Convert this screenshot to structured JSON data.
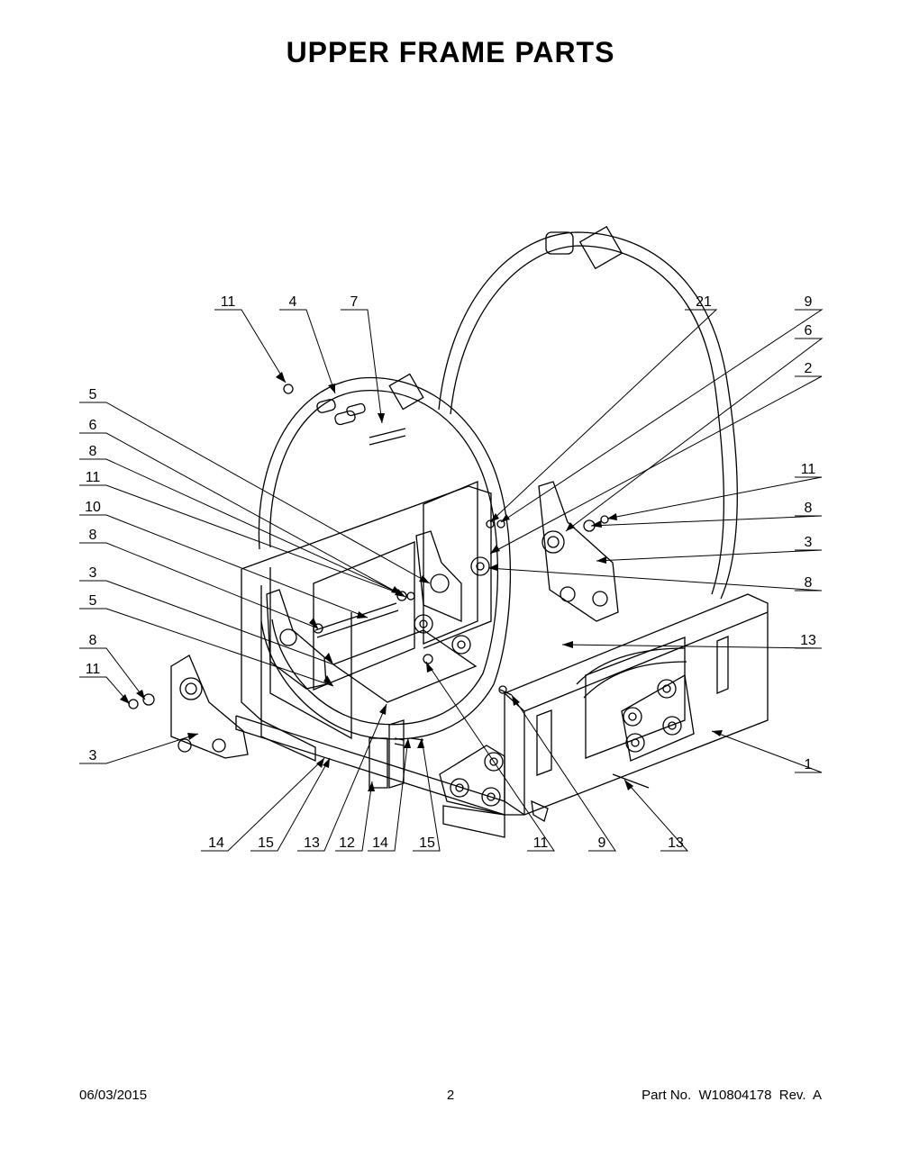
{
  "title": "UPPER FRAME PARTS",
  "callouts": {
    "left": [
      "11",
      "4",
      "7",
      "5",
      "6",
      "8",
      "11",
      "10",
      "8",
      "3",
      "5",
      "8",
      "11",
      "3"
    ],
    "right": [
      "21",
      "9",
      "6",
      "2",
      "11",
      "8",
      "3",
      "8",
      "13",
      "1"
    ],
    "bottom": [
      "14",
      "15",
      "13",
      "12",
      "14",
      "15",
      "11",
      "9",
      "13"
    ]
  },
  "footer": {
    "date": "06/03/2015",
    "page": "2",
    "part": "Part No.  W10804178  Rev.  A"
  }
}
